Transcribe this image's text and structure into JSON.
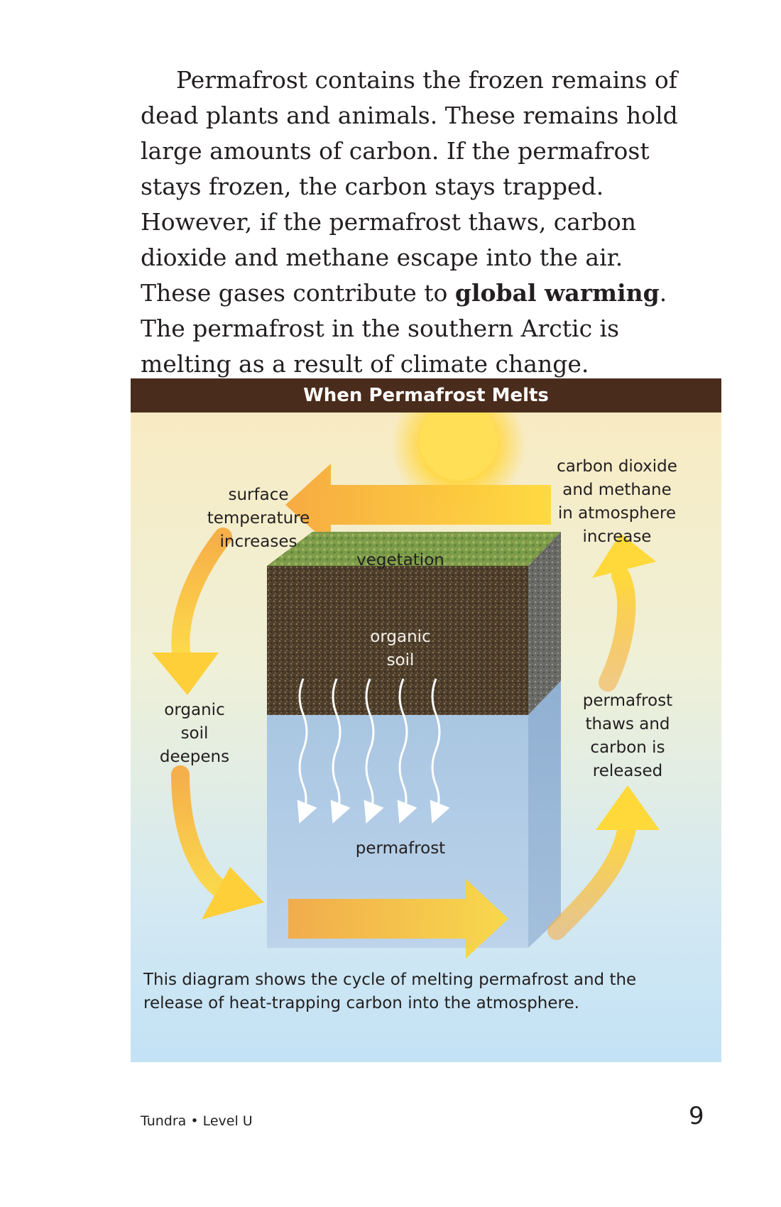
{
  "body": {
    "para_start": "Permafrost contains the frozen remains of dead plants and animals. These remains hold large amounts of carbon. If the permafrost stays frozen, the carbon stays trapped. However, if the permafrost thaws, carbon dioxide and methane escape into the air. These gases contribute to ",
    "bold_term": "global warming",
    "para_end": ". The permafrost in the southern Arctic is melting as a result of climate change."
  },
  "figure": {
    "title": "When Permafrost Melts",
    "labels": {
      "surface": "surface\ntemperature\nincreases",
      "atmosphere": "carbon dioxide\nand methane\nin atmosphere\nincrease",
      "vegetation": "vegetation",
      "organic_soil": "organic\nsoil",
      "soil_deepens": "organic\nsoil\ndeepens",
      "thaws": "permafrost\nthaws and\ncarbon is\nreleased",
      "permafrost": "permafrost"
    },
    "caption": "This diagram shows the cycle of melting permafrost and the release of heat-trapping carbon into the atmosphere."
  },
  "footer": {
    "book": "Tundra • Level U",
    "page_number": "9"
  }
}
